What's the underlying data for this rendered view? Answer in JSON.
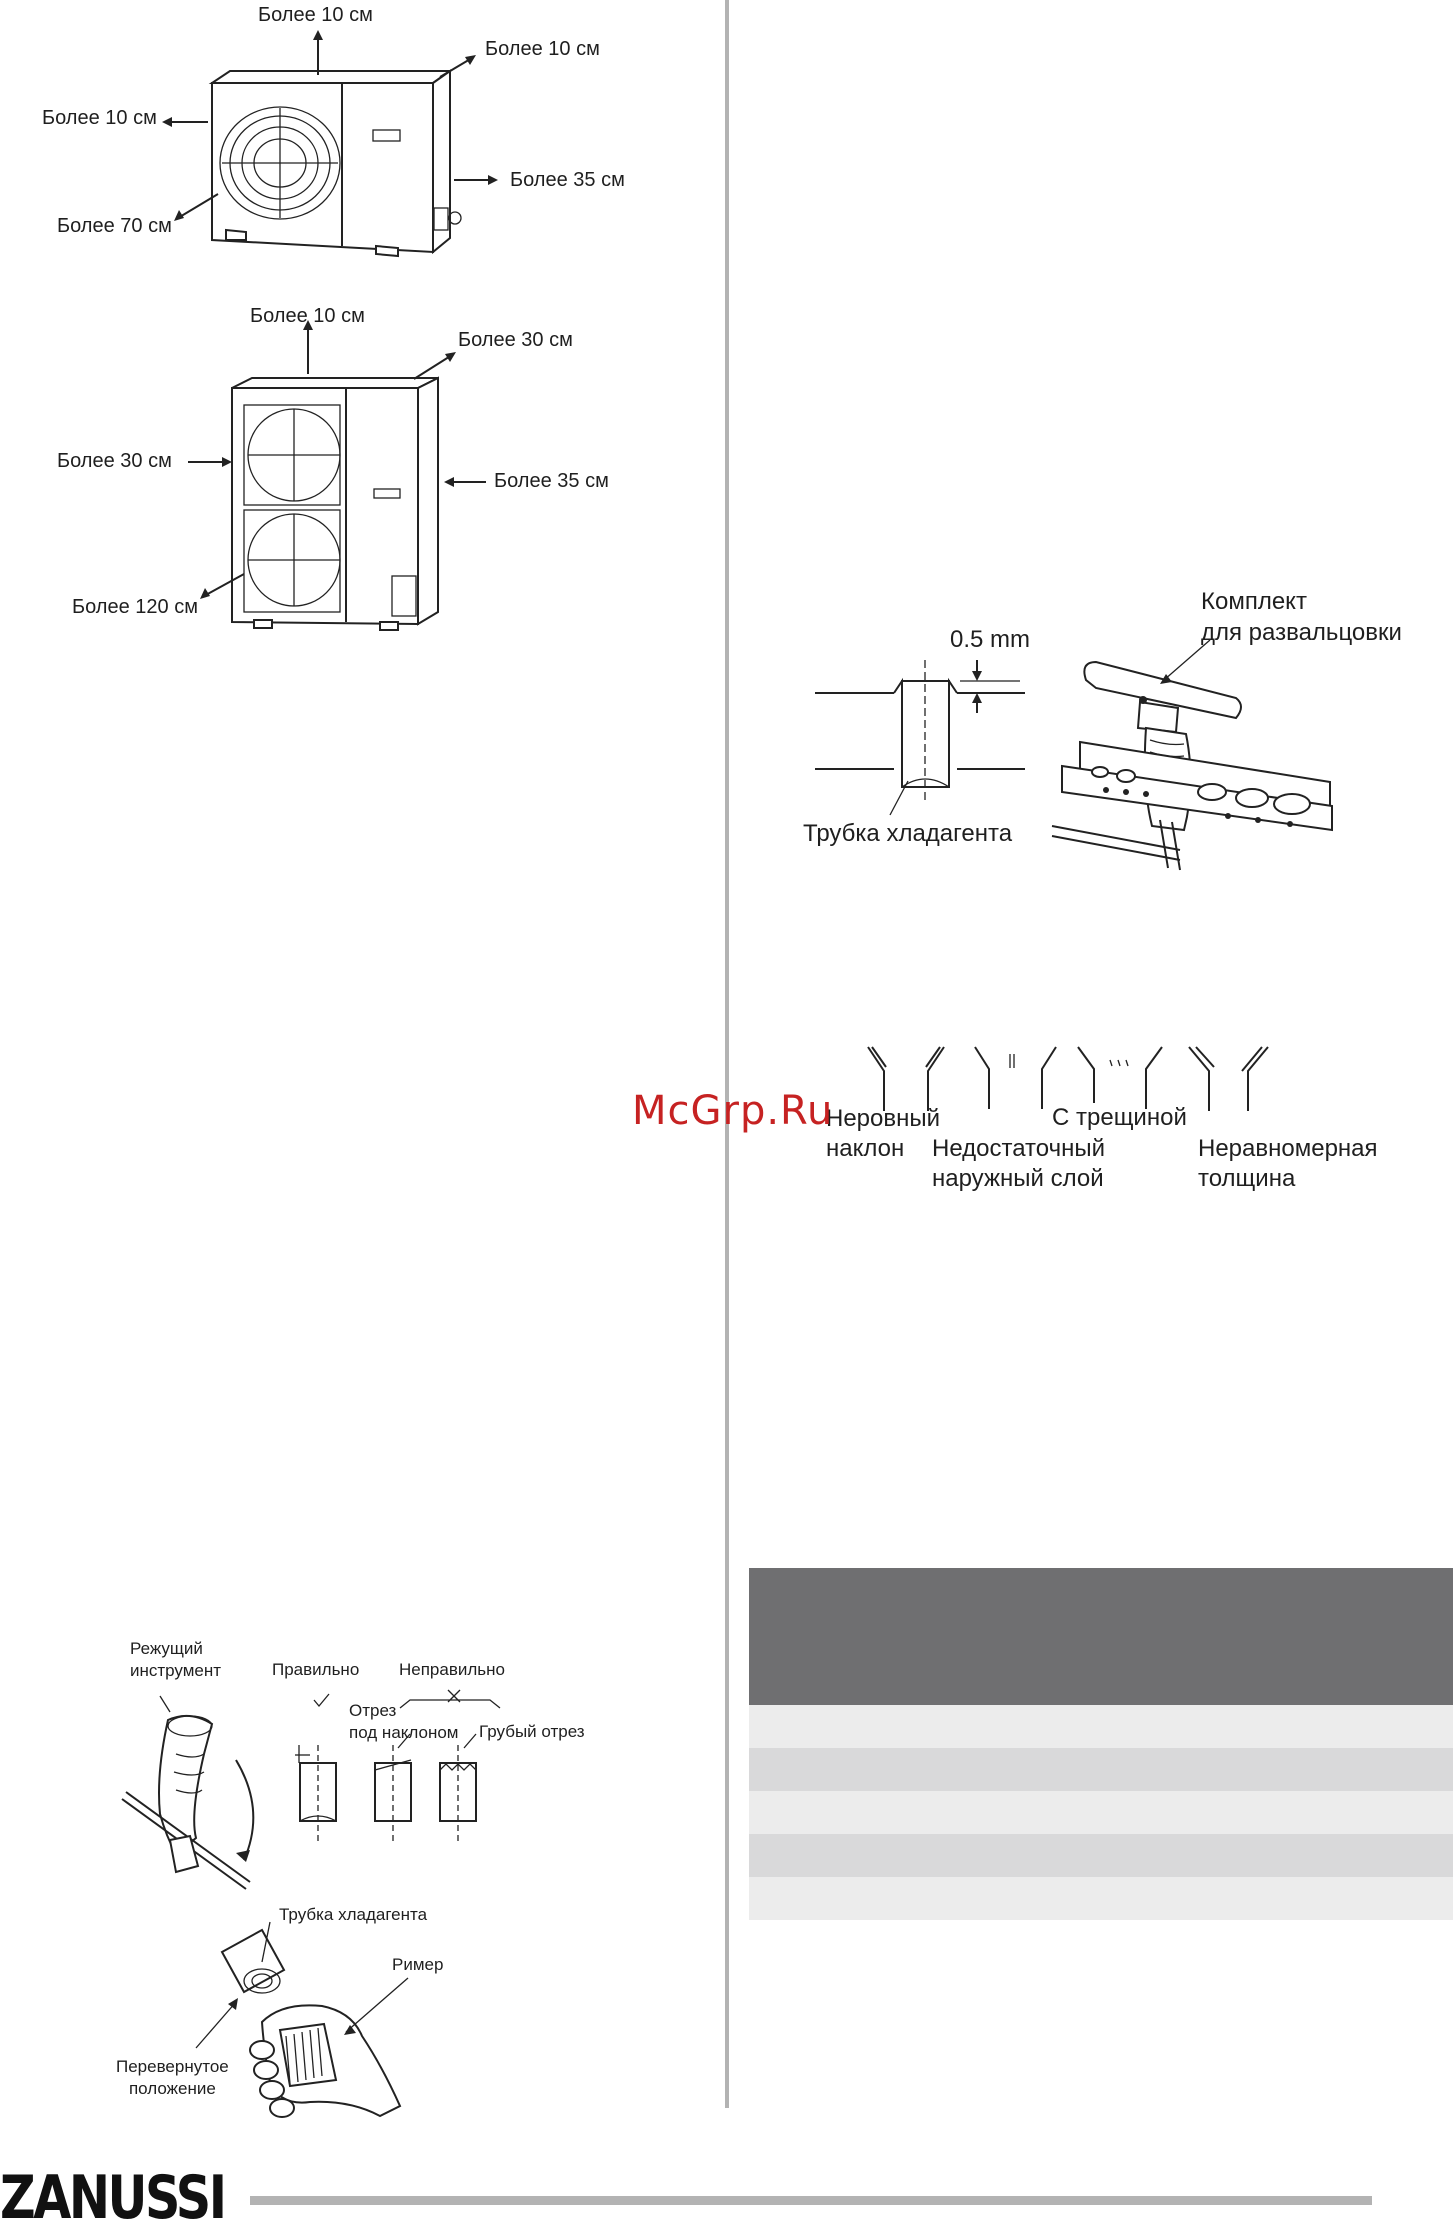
{
  "fig1": {
    "top": "Более 10 см",
    "top_right": "Более 10 см",
    "left": "Более 10 см",
    "right": "Более 35 см",
    "front": "Более 70 см"
  },
  "fig2": {
    "top": "Более 10 см",
    "top_right": "Более 30 см",
    "left": "Более 30 см",
    "right": "Более 35 см",
    "front": "Более 120 см"
  },
  "cut": {
    "tool": [
      "Режущий",
      "инструмент"
    ],
    "correct": "Правильно",
    "incorrect": "Неправильно",
    "oblique": [
      "Отрез",
      "под наклоном"
    ],
    "rough": "Грубый отрез"
  },
  "ream": {
    "pipe": "Трубка хладагента",
    "reamer": "Ример",
    "inverted": [
      "Перевернутое",
      "положение"
    ]
  },
  "flare": {
    "gap": "0.5 mm",
    "kit": [
      "Комплект",
      "для развальцовки"
    ],
    "pipe": "Трубка хладагента"
  },
  "defects": {
    "uneven": [
      "Неровный",
      "наклон"
    ],
    "insufficient": [
      "Недостаточный",
      "наружный слой"
    ],
    "cracked": "С трещиной",
    "thickness": [
      "Неравномерная",
      "толщина"
    ]
  },
  "watermark": "McGrp.Ru",
  "table_rows": 5,
  "brand": "ZANUSSI"
}
